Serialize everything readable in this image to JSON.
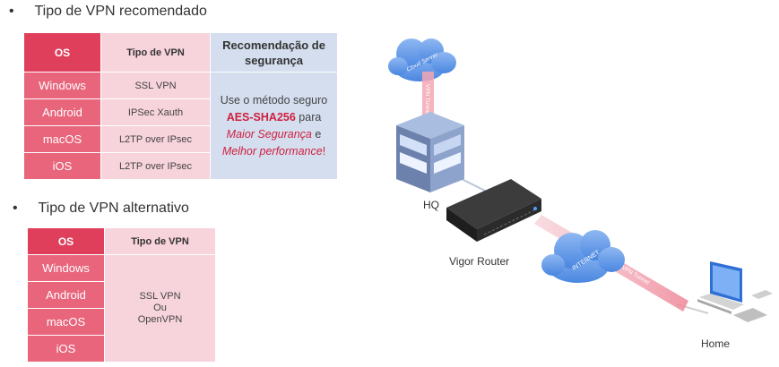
{
  "recommended": {
    "bullet": "•",
    "title": "Tipo de VPN recomendado",
    "col_os": "OS",
    "col_type": "Tipo de VPN",
    "col_rec_line1": "Recomendação de",
    "col_rec_line2": "segurança",
    "rows": [
      {
        "os": "Windows",
        "type": "SSL VPN"
      },
      {
        "os": "Android",
        "type": "IPSec Xauth"
      },
      {
        "os": "macOS",
        "type": "L2TP over IPsec"
      },
      {
        "os": "iOS",
        "type": "L2TP over IPsec"
      }
    ],
    "rec_line1": "Use o método seguro",
    "rec_method": "AES-SHA256",
    "rec_para": " para",
    "rec_max": "Maior Segurança",
    "rec_e": " e",
    "rec_perf": "Melhor performance",
    "rec_excl": "!"
  },
  "alternative": {
    "bullet": "•",
    "title": "Tipo de VPN alternativo",
    "col_os": "OS",
    "col_type": "Tipo de VPN",
    "rows": [
      "Windows",
      "Android",
      "macOS",
      "iOS"
    ],
    "type_line1": "SSL VPN",
    "type_line2": "Ou",
    "type_line3": "OpenVPN"
  },
  "diagram": {
    "cloud_server": "Cloud Server",
    "internet": "INTERNET",
    "vpn_tunnel": "VPN Tunnel",
    "hq": "HQ",
    "router": "Vigor Router",
    "home": "Home"
  },
  "colors": {
    "os_header": "#e03f5c",
    "os_cell": "#e8657c",
    "type_cell": "#f7d3dc",
    "rec_cell": "#d4deef",
    "accent_red": "#d1203f"
  }
}
